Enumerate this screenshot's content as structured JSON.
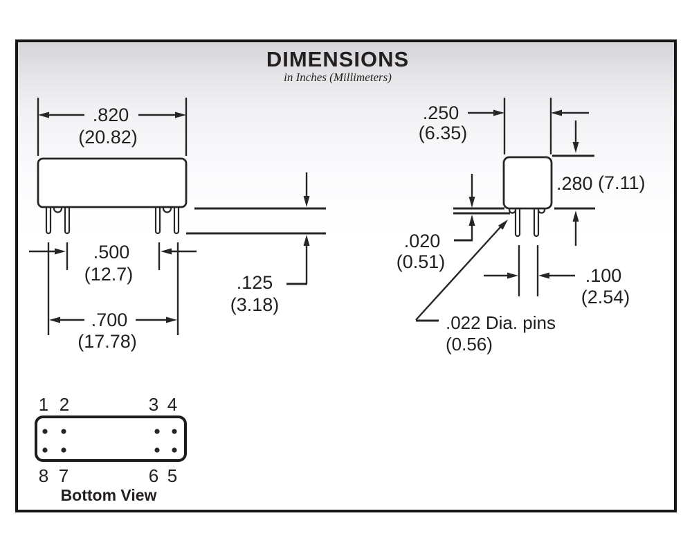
{
  "header": {
    "title": "DIMENSIONS",
    "subtitle": "in Inches (Millimeters)"
  },
  "dims": {
    "body_width": {
      "in": ".820",
      "mm": "(20.82)"
    },
    "pin_span_inner": {
      "in": ".500",
      "mm": "(12.7)"
    },
    "pin_span_outer": {
      "in": ".700",
      "mm": "(17.78)"
    },
    "pin_length": {
      "in": ".125",
      "mm": "(3.18)"
    },
    "body_depth": {
      "in": ".250",
      "mm": "(6.35)"
    },
    "body_height": {
      "in": ".280",
      "mm": "(7.11)"
    },
    "standoff": {
      "in": ".020",
      "mm": "(0.51)"
    },
    "pin_pitch": {
      "in": ".100",
      "mm": "(2.54)"
    },
    "pin_diameter": {
      "label": ".022 Dia. pins",
      "mm": "(0.56)"
    }
  },
  "bottom_view": {
    "label": "Bottom View",
    "pins_top": [
      "1",
      "2",
      "3",
      "4"
    ],
    "pins_bottom": [
      "8",
      "7",
      "6",
      "5"
    ]
  },
  "colors": {
    "ink": "#231f20",
    "bg_top": "#d5d5d9"
  }
}
